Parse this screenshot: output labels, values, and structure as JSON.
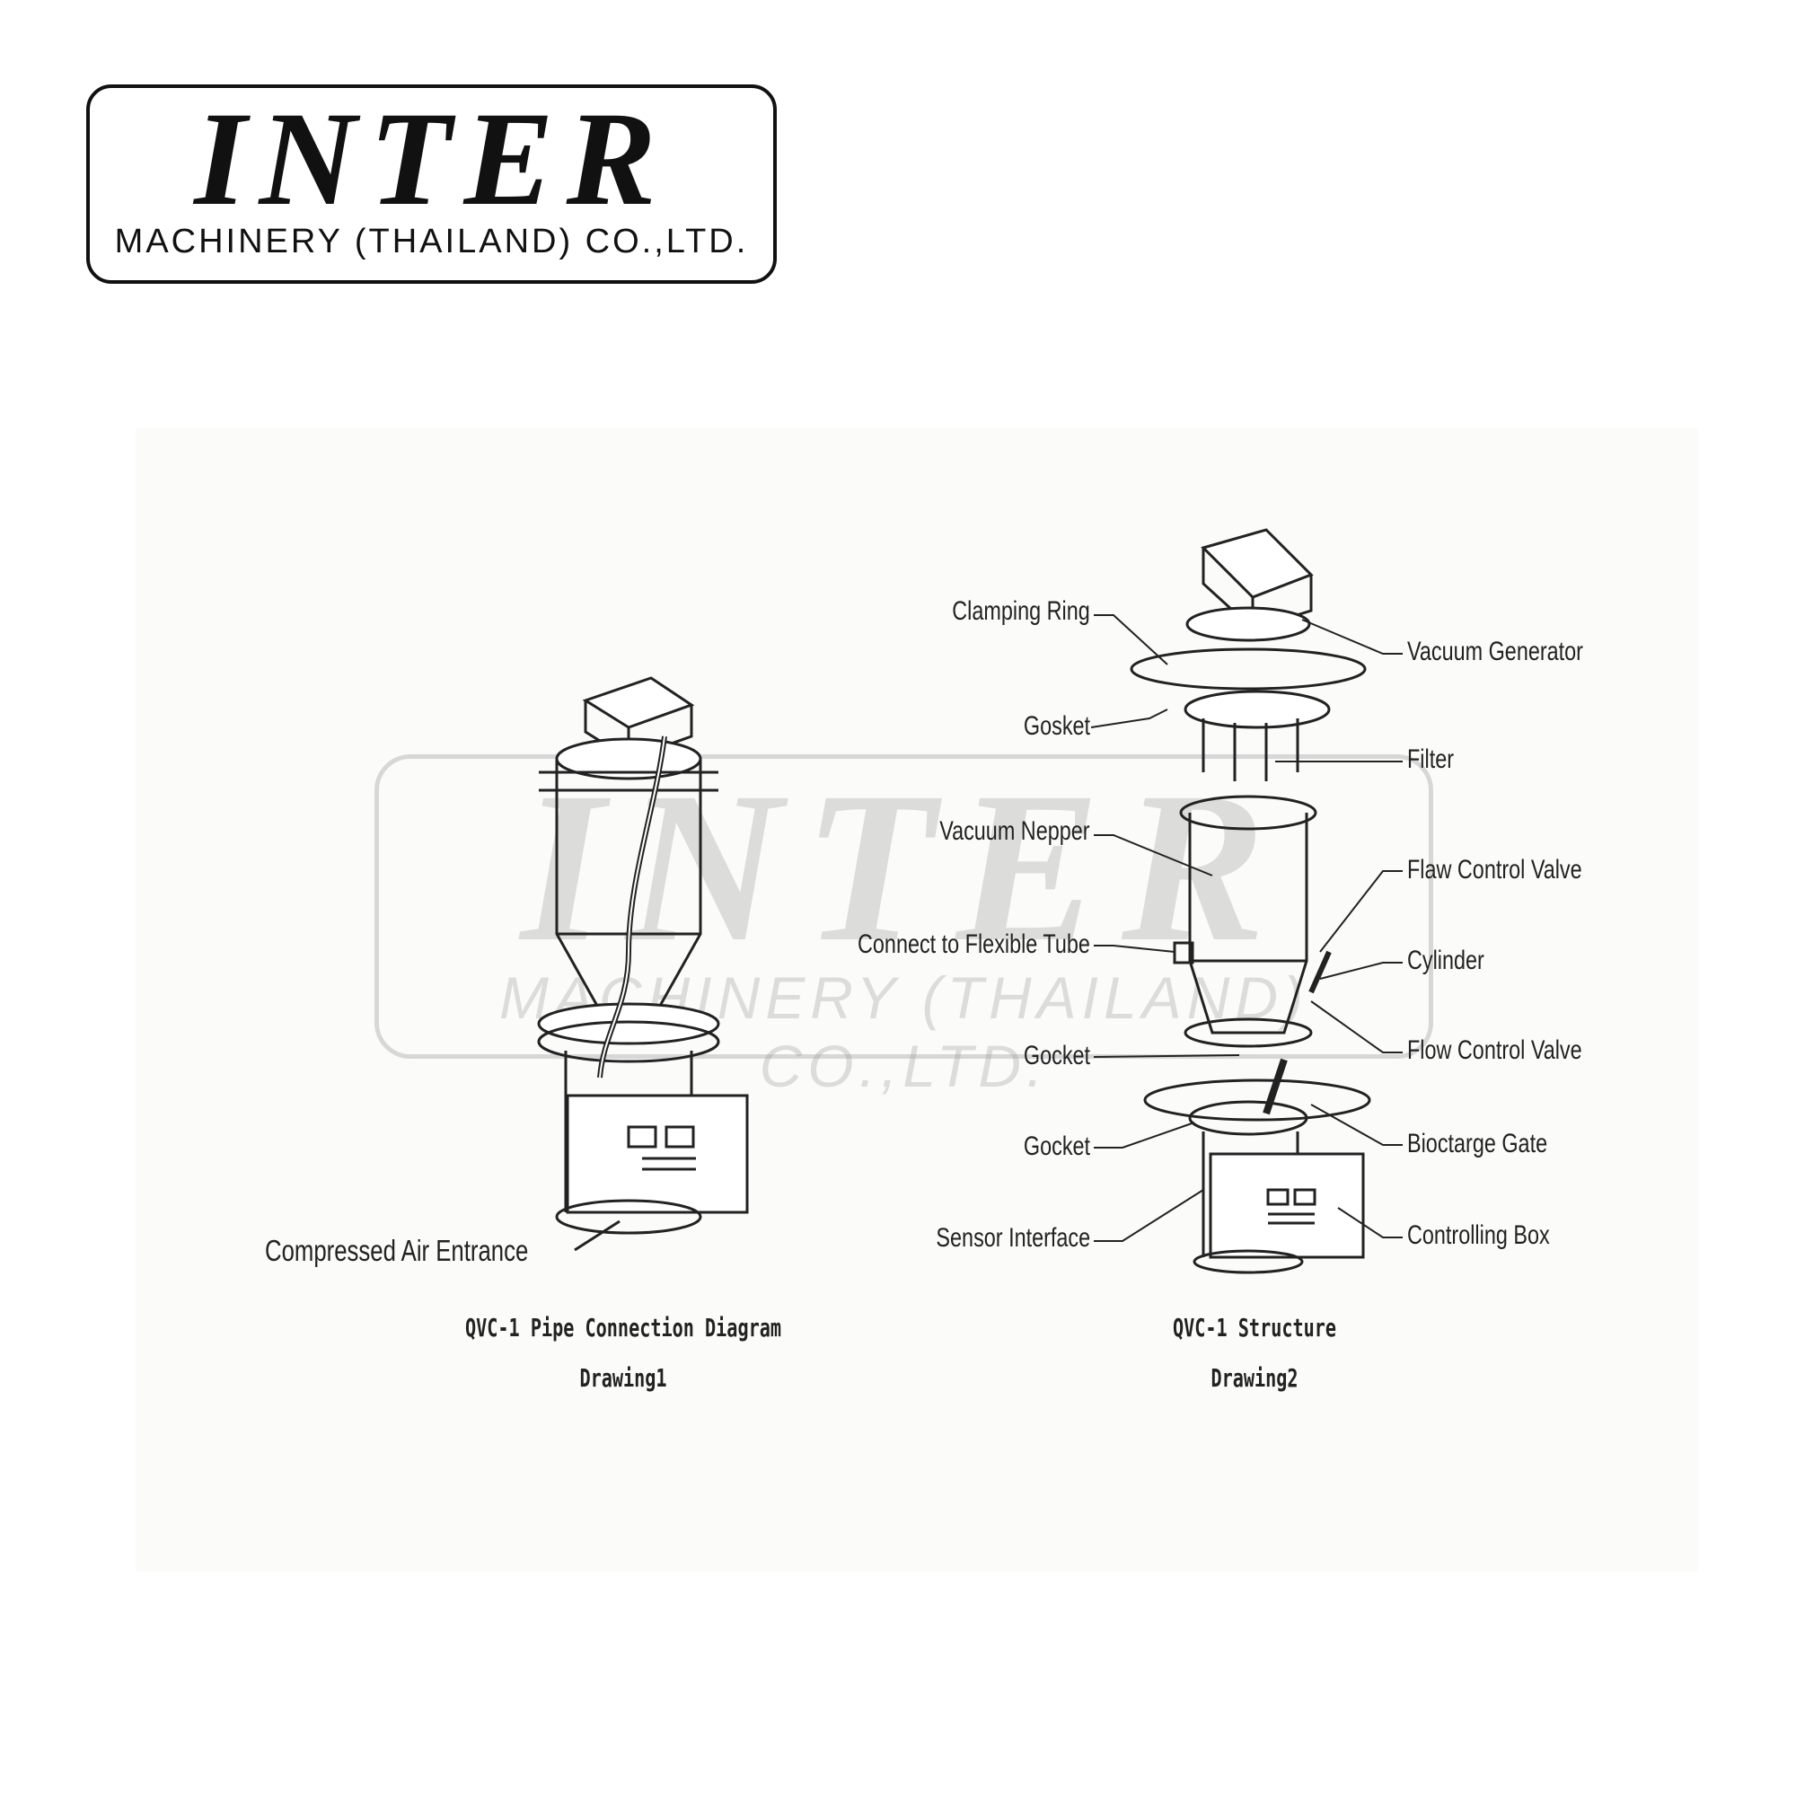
{
  "logo": {
    "main": "INTER",
    "sub": "MACHINERY (THAILAND) CO.,LTD."
  },
  "watermark": {
    "main": "INTER",
    "sub": "MACHINERY (THAILAND) CO.,LTD."
  },
  "drawing1": {
    "label_air": "Compressed Air Entrance",
    "caption": "QVC-1 Pipe Connection Diagram",
    "subcaption": "Drawing1"
  },
  "drawing2": {
    "labels": {
      "clamping_ring": "Clamping Ring",
      "vacuum_generator": "Vacuum Generator",
      "gasket_top": "Gosket",
      "filter": "Filter",
      "vacuum_hopper": "Vacuum Nepper",
      "flow_valve_top": "Flaw Control Valve",
      "connect_tube": "Connect to Flexible Tube",
      "cylinder": "Cylinder",
      "flow_valve_bottom": "Flow Control Valve",
      "gasket_mid": "Gocket",
      "gasket_bottom": "Gocket",
      "discharge_gate": "Bioctarge Gate",
      "sensor_interface": "Sensor Interface",
      "controlling_box": "Controlling Box"
    },
    "caption": "QVC-1 Structure",
    "subcaption": "Drawing2"
  }
}
